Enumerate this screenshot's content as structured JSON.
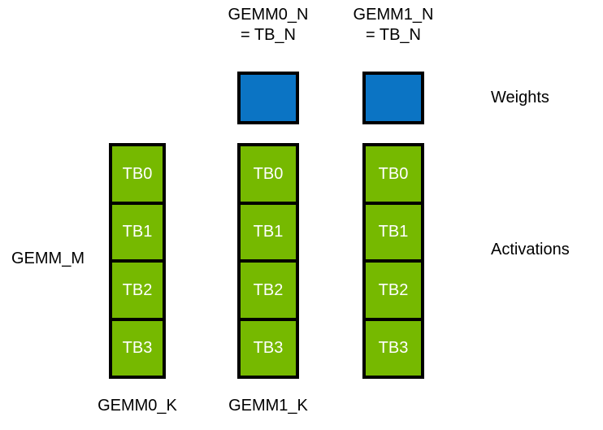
{
  "diagram": {
    "title": "GEMM tile/thread-block partitioning diagram",
    "background_color": "#FFFFFF",
    "colors": {
      "weights_fill": "#0B74C4",
      "activations_fill": "#76B900",
      "outline": "#000000",
      "cell_text": "#FFFFFF",
      "label_text": "#000000"
    },
    "top_labels": [
      {
        "line1": "GEMM0_N",
        "line2": "= TB_N"
      },
      {
        "line1": "GEMM1_N",
        "line2": "= TB_N"
      }
    ],
    "bottom_labels": [
      "GEMM0_K",
      "GEMM1_K"
    ],
    "left_label": "GEMM_M",
    "side_labels": {
      "weights": "Weights",
      "activations": "Activations"
    },
    "weight_blocks": [
      {
        "name": "weight-block-gemm0"
      },
      {
        "name": "weight-block-gemm1"
      }
    ],
    "activation_columns": [
      {
        "cells": [
          "TB0",
          "TB1",
          "TB2",
          "TB3"
        ]
      },
      {
        "cells": [
          "TB0",
          "TB1",
          "TB2",
          "TB3"
        ]
      },
      {
        "cells": [
          "TB0",
          "TB1",
          "TB2",
          "TB3"
        ]
      }
    ]
  }
}
